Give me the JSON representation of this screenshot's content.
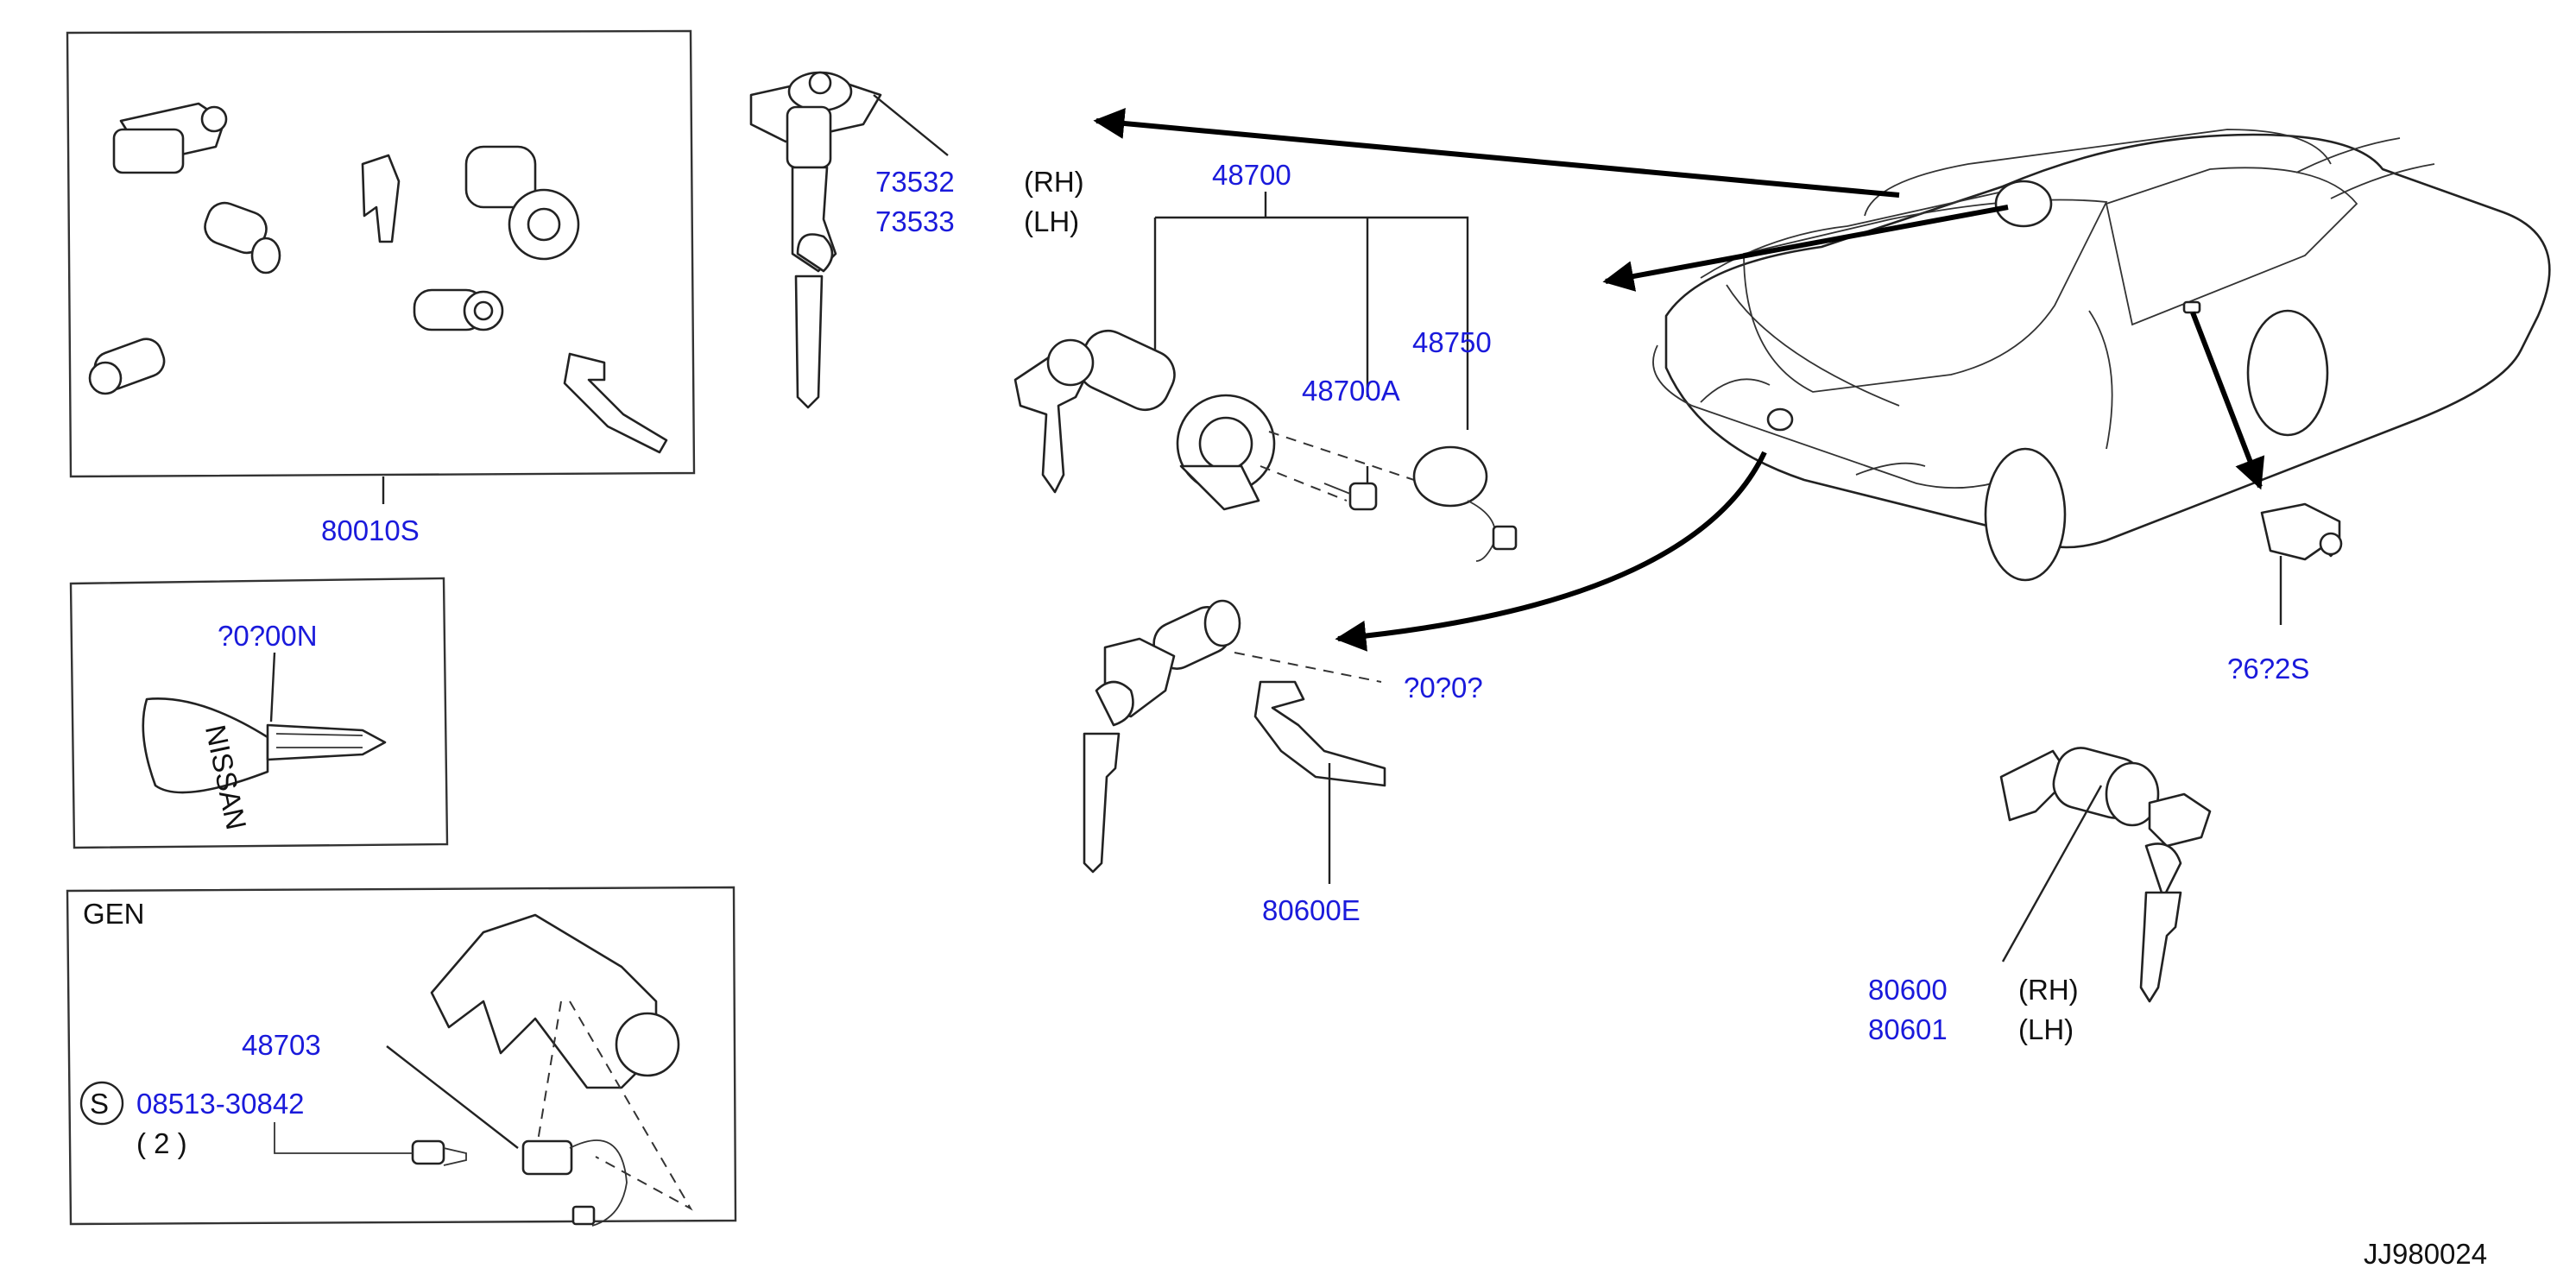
{
  "kit_box": {
    "part_number": "80010S"
  },
  "key_box": {
    "part_number": "?0?00N",
    "key_head_text": "NISSAN"
  },
  "gen_box": {
    "title": "GEN",
    "part_48703": "48703",
    "screw_symbol": "S",
    "screw_number": "08513-30842",
    "screw_qty": "( 2 )"
  },
  "hood_lock": {
    "rh_number": "73532",
    "rh_side": "(RH)",
    "lh_number": "73533",
    "lh_side": "(LH)"
  },
  "ignition": {
    "assembly": "48700",
    "cylinder": "48700A",
    "switch": "48750"
  },
  "trunk_lock": {
    "cylinder": "?0?0?",
    "retainer": "80600E"
  },
  "door_lock": {
    "rh_number": "80600",
    "rh_side": "(RH)",
    "lh_number": "80601",
    "lh_side": "(LH)"
  },
  "fuel_lid": {
    "part_number": "?6?2S"
  },
  "diagram_code": "JJ980024"
}
